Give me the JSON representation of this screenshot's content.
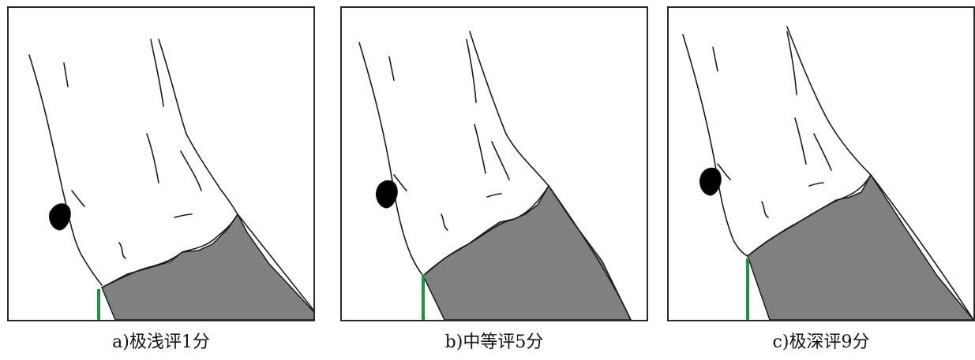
{
  "colors": {
    "fill": "#808080",
    "outline": "#1a1a1a",
    "marker": "#1a9640",
    "frame": "#2a2a2a"
  },
  "panels": [
    {
      "caption": "a)极浅评1分",
      "score": 1
    },
    {
      "caption": "b)中等评5分",
      "score": 5
    },
    {
      "caption": "c)极深评9分",
      "score": 9
    }
  ]
}
